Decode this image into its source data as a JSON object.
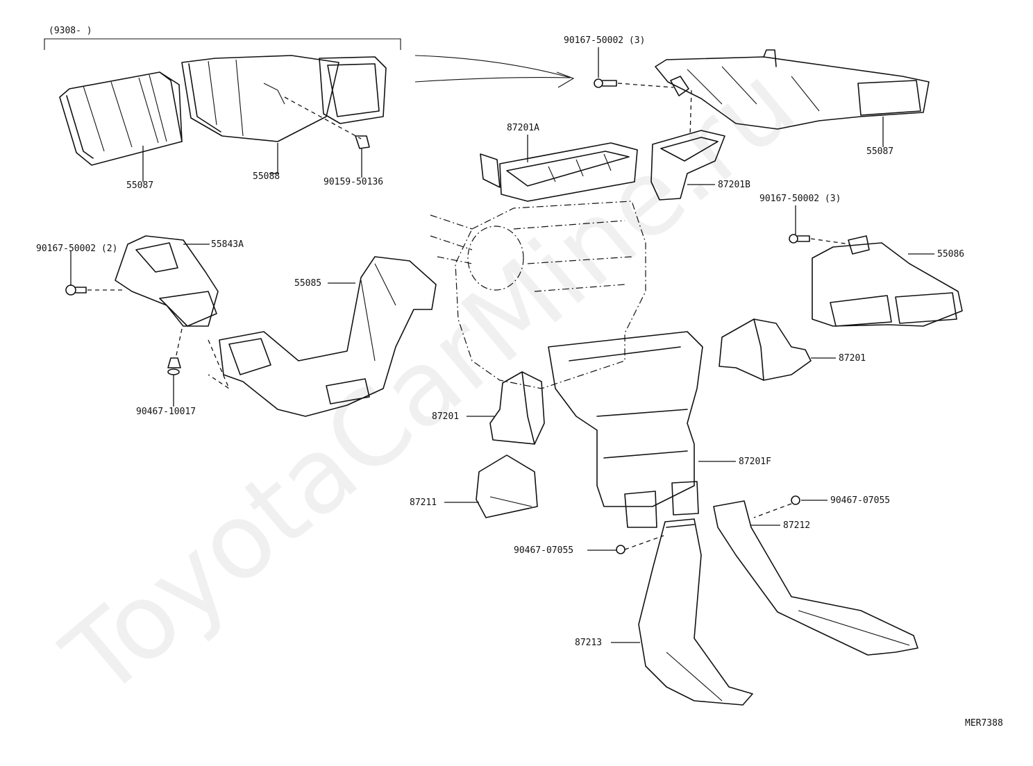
{
  "diagram": {
    "bracket_label": "(9308-        )",
    "watermark": "ToyotaCarMine.ru",
    "code": "MER7388",
    "labels": {
      "p55087_left": "55087",
      "p55088": "55088",
      "p90159": "90159-50136",
      "p90167_top": "90167-50002 (3)",
      "p87201a": "87201A",
      "p87201b": "87201B",
      "p55087_right": "55087",
      "p90167_right": "90167-50002 (3)",
      "p55086": "55086",
      "p90167_left": "90167-50002 (2)",
      "p55843a": "55843A",
      "p55085": "55085",
      "p90467_10017": "90467-10017",
      "p87201_right": "87201",
      "p87201_left": "87201",
      "p87201f": "87201F",
      "p87211": "87211",
      "p90467_07055_right": "90467-07055",
      "p87212": "87212",
      "p90467_07055_left": "90467-07055",
      "p87213": "87213"
    }
  }
}
